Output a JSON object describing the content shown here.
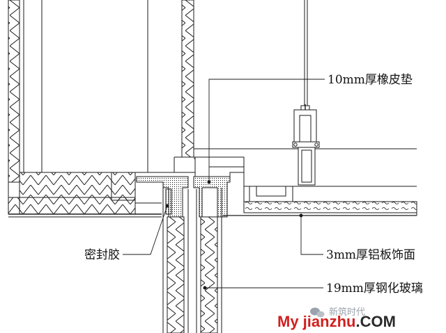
{
  "annotations": {
    "rubber_pad": "10mm厚橡皮垫",
    "sealant": "密封胶",
    "aluminum_panel": "3mm厚铝板饰面",
    "tempered_glass": "19mm厚钢化玻璃"
  },
  "watermark": {
    "wechat_name": "新筑时代",
    "site_prefix": "My jianzhu",
    "site_suffix": ".COM"
  },
  "colors": {
    "line": "#1a1a1a",
    "watermark_red": "#d21f1f"
  },
  "icons": [
    "wechat-icon"
  ]
}
